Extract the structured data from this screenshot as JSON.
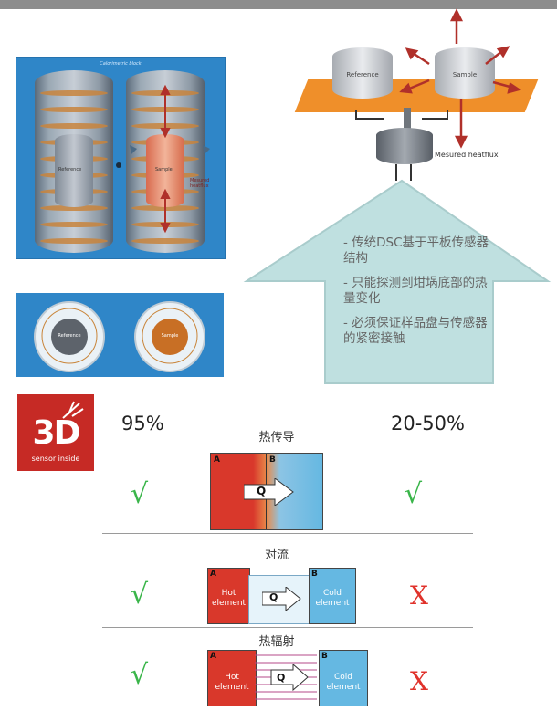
{
  "calorimetric_block": {
    "title": "Calorimetric block",
    "reference_label": "Reference",
    "sample_label": "Sample",
    "heatflux_label": "Mesured heatflux"
  },
  "top_view": {
    "reference_label": "Reference",
    "sample_label": "Sample"
  },
  "dsc": {
    "reference_label": "Reference",
    "sample_label": "Sample",
    "heatflux_label": "Mesured heatflux",
    "points": [
      "- 传统DSC基于平板传感器结构",
      "- 只能探测到坩埚底部的热量变化",
      "- 必须保证样品盘与传感器的紧密接触"
    ]
  },
  "logo": {
    "big": "3D",
    "sub": "sensor inside"
  },
  "comparison": {
    "left_pct": "95%",
    "right_pct": "20-50%",
    "conduction": {
      "title": "热传导",
      "a": "A",
      "b": "B",
      "q": "Q",
      "left": "check",
      "right": "check"
    },
    "convection": {
      "title": "对流",
      "a": "A",
      "b": "B",
      "hot": "Hot element",
      "cold": "Cold element",
      "q": "Q",
      "left": "check",
      "right": "cross"
    },
    "radiation": {
      "title": "热辐射",
      "a": "A",
      "b": "B",
      "hot": "Hot element",
      "cold": "Cold element",
      "q": "Q",
      "left": "check",
      "right": "cross"
    }
  },
  "symbols": {
    "check": "√",
    "cross": "X"
  },
  "colors": {
    "hot": "#d9382b",
    "cold": "#65b8e2",
    "panel_blue": "#2f86c8",
    "arrow_fill": "#bfe0e0",
    "plate": "#ef8f2a",
    "red_arrow": "#b0302a",
    "check": "#3ab54a",
    "cross": "#e0322b"
  }
}
